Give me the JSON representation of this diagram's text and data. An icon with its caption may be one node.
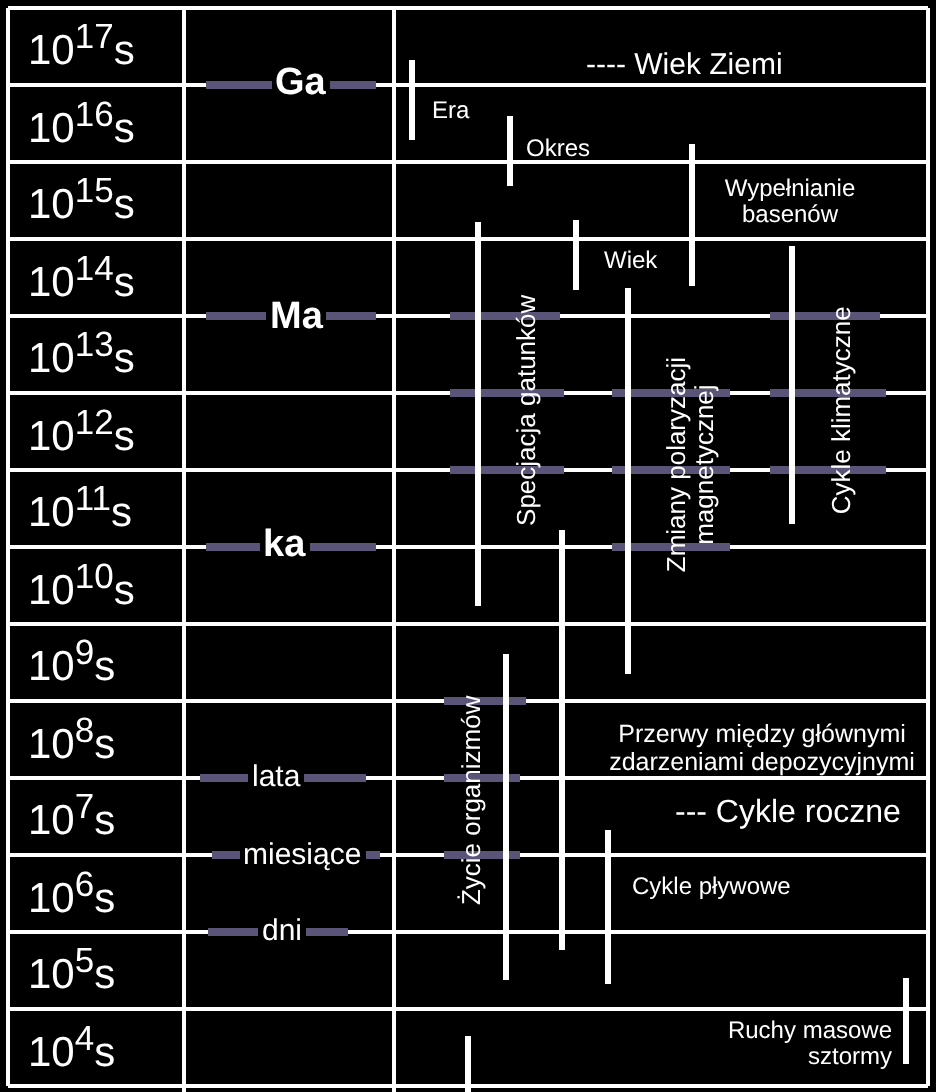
{
  "diagram": {
    "labels": [
      "10$^{17}$s",
      "10$^{16}$s",
      "10$^{15}$s",
      "10$^{14}$s",
      "10$^{13}$s",
      "10$^{12}$s",
      "10$^{11}$s",
      "10$^{10}$s",
      "10$^{9}$s",
      "10$^{8}$s",
      "10$^{7}$s",
      "10$^{6}$s",
      "10$^{5}$s",
      "10$^{4}$s",
      "Ga",
      "Ma",
      "ka",
      "lata",
      "miesiące",
      "dni",
      "---- Wiek Ziemi",
      "Era",
      "Okres",
      "Wypełnianie basenów",
      "Wiek",
      "Specjacja gatunków",
      "Zmiany polaryzacji magnetycznej",
      "Cykle klimatyczne",
      "Życie organizmów",
      "Przerwy między głównymi zdarzeniami depozycyjnymi",
      "--- Cykle roczne",
      "Cykle pływowe",
      "Ruchy masowe sztormy"
    ]
  }
}
